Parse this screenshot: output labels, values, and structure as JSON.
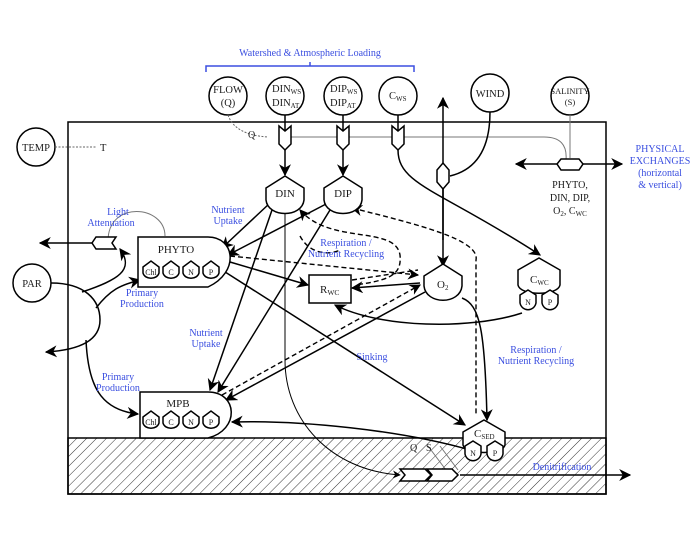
{
  "title_bracket": "Watershed & Atmospheric Loading",
  "forcings": {
    "flow": {
      "line1": "FLOW",
      "line2": "(Q)"
    },
    "din_ws": {
      "base1": "DIN",
      "sub1": "WS",
      "base2": "DIN",
      "sub2": "AT"
    },
    "dip_ws": {
      "base1": "DIP",
      "sub1": "WS",
      "base2": "DIP",
      "sub2": "AT"
    },
    "c_ws": {
      "base": "C",
      "sub": "WS"
    },
    "wind": "WIND",
    "salinity": {
      "line1": "SALINITY",
      "line2": "(S)"
    },
    "temp": "TEMP",
    "par": "PAR"
  },
  "state_vars": {
    "din": "DIN",
    "dip": "DIP",
    "phyto": {
      "label": "PHYTO",
      "pools": [
        "Chl",
        "C",
        "N",
        "P"
      ]
    },
    "mpb": {
      "label": "MPB",
      "pools": [
        "Chl",
        "C",
        "N",
        "P"
      ]
    },
    "rwc": {
      "base": "R",
      "sub": "WC"
    },
    "o2": {
      "base": "O",
      "sub": "2"
    },
    "cwc": {
      "base": "C",
      "sub": "WC",
      "pools": [
        "N",
        "P"
      ]
    },
    "csed": {
      "base": "C",
      "sub": "SED",
      "pools": [
        "N",
        "P"
      ]
    }
  },
  "small_labels": {
    "t": "T",
    "q_top": "Q",
    "q_sed": "Q",
    "s_sed": "S"
  },
  "process_labels": {
    "light_attenuation": [
      "Light",
      "Attenuation"
    ],
    "nutrient_uptake_top": [
      "Nutrient",
      "Uptake"
    ],
    "nutrient_uptake_mid": [
      "Nutrient",
      "Uptake"
    ],
    "primary_production_top": [
      "Primary",
      "Production"
    ],
    "primary_production_bottom": [
      "Primary",
      "Production"
    ],
    "respiration_top": [
      "Respiration /",
      "Nutrient Recycling"
    ],
    "respiration_right": [
      "Respiration /",
      "Nutrient Recycling"
    ],
    "sinking": "Sinking",
    "denitrification": "Denitrification",
    "physical_exchanges": [
      "PHYSICAL",
      "EXCHANGES",
      "(horizontal",
      "& vertical)"
    ]
  },
  "exchange_vars": {
    "line1": "PHYTO,",
    "line2": "DIN, DIP,",
    "line3_a": "O",
    "line3_a_sub": "2",
    "line3_b": ", C",
    "line3_b_sub": "WC"
  },
  "colors": {
    "process_blue": "#3b4fe0",
    "line": "#000000",
    "hatch": "#333333"
  }
}
